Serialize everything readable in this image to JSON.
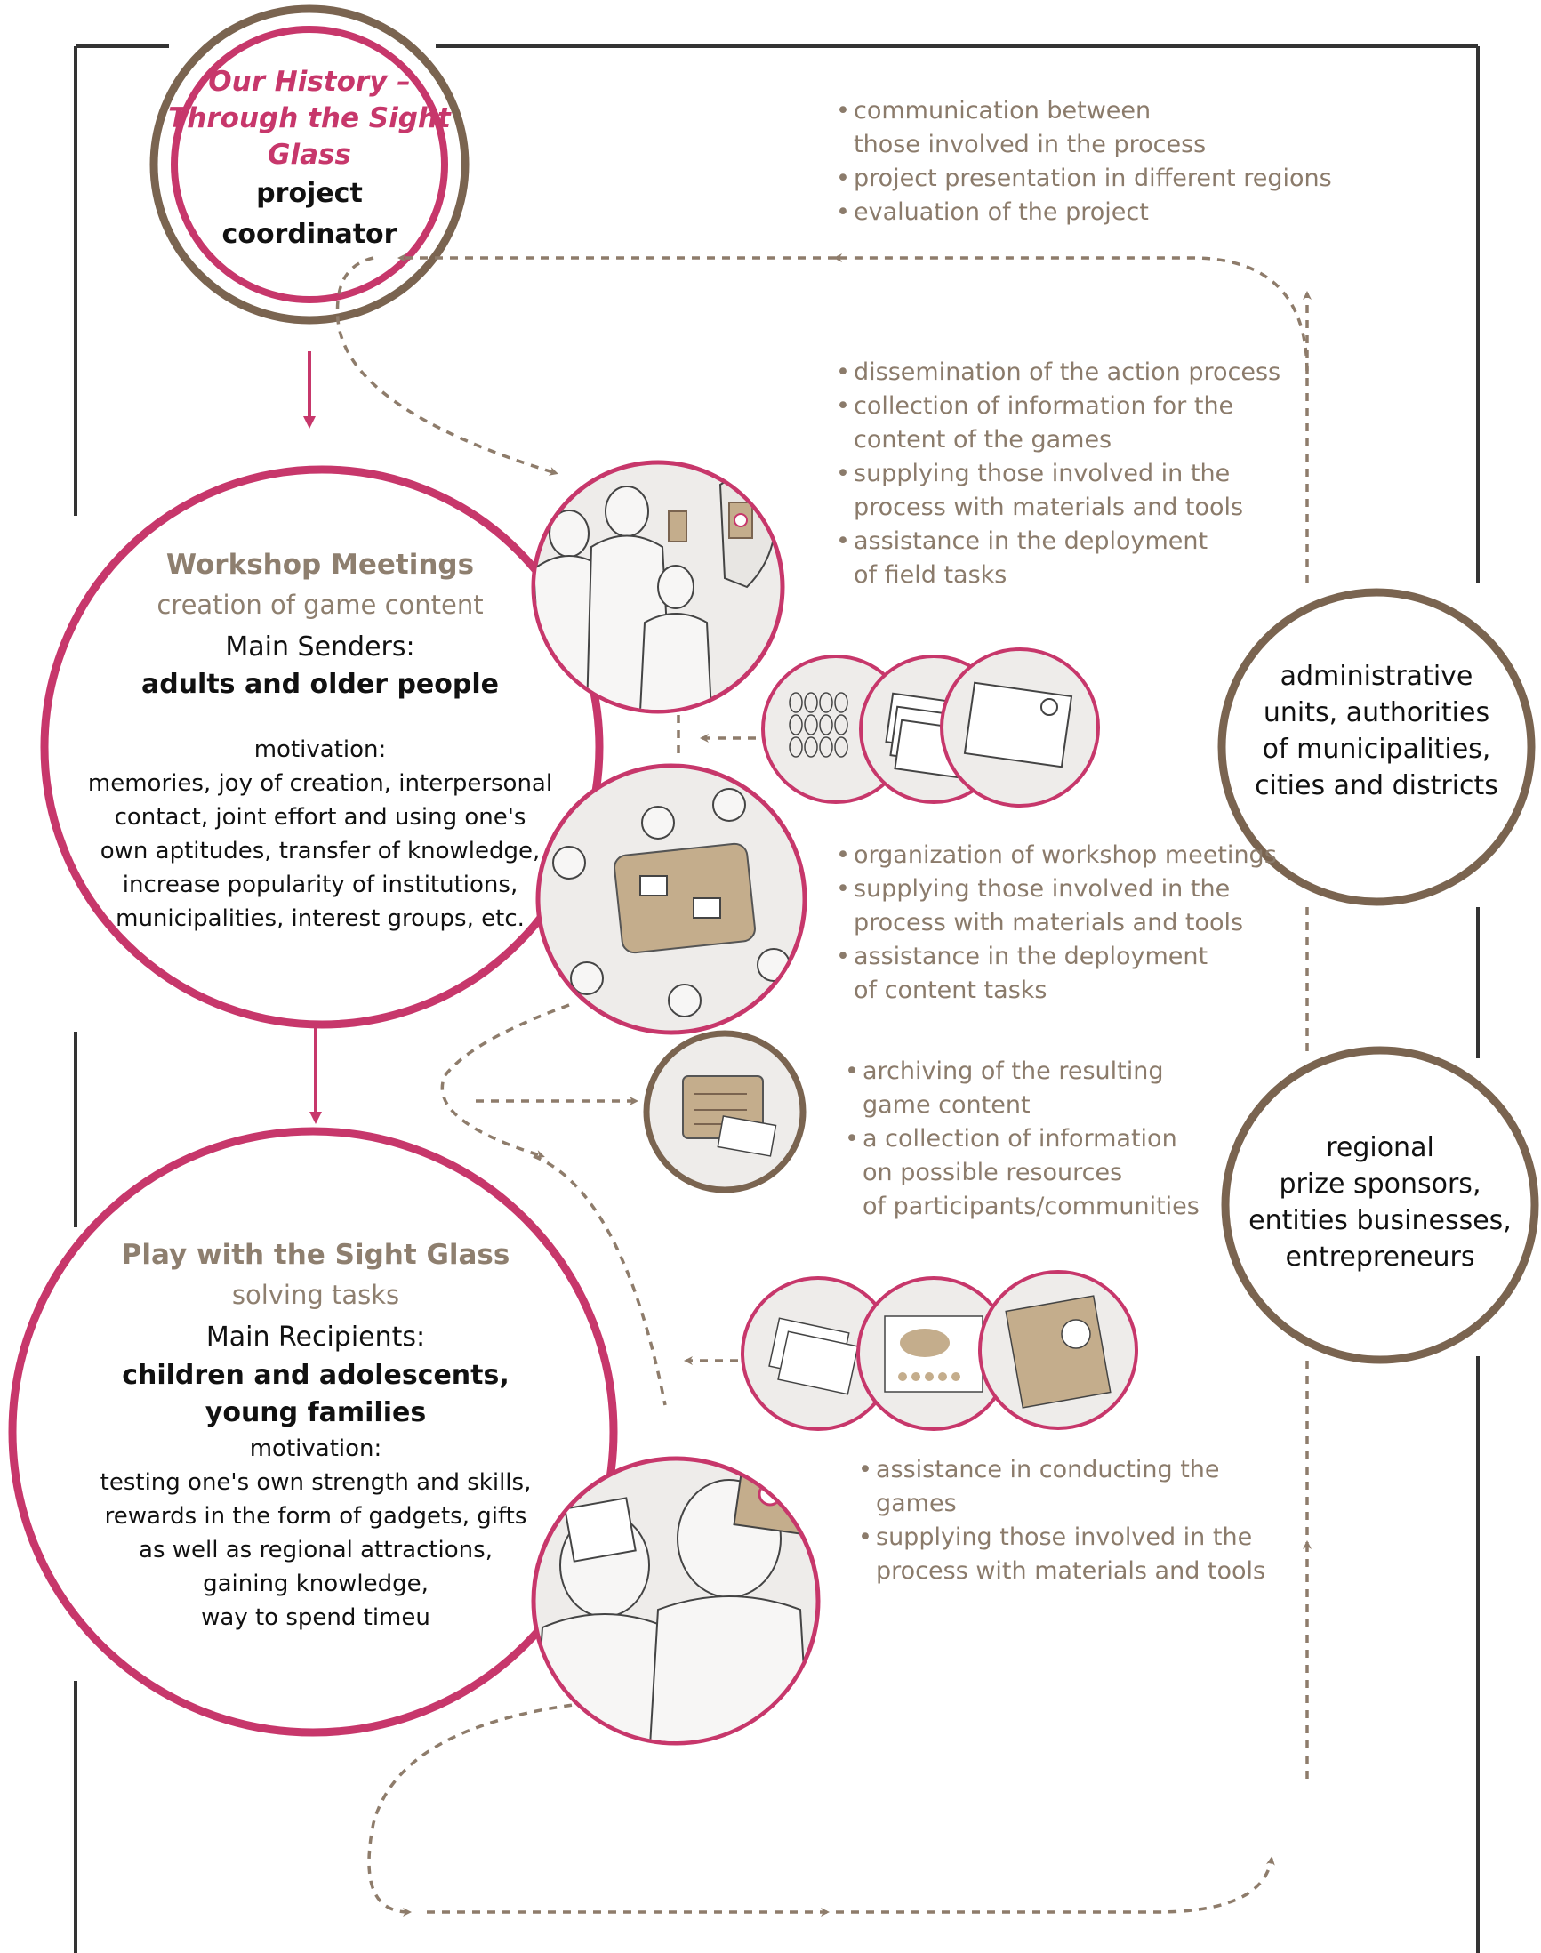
{
  "coordinator": {
    "title_line1": "Our History –",
    "title_line2": "Through the Sight",
    "title_line3": "Glass",
    "role_line1": "project",
    "role_line2": "coordinator"
  },
  "workshop": {
    "title": "Workshop Meetings",
    "subtitle": "creation of game content",
    "senders_label": "Main Senders:",
    "senders": "adults and older people",
    "motivation_label": "motivation:",
    "motivation_lines": [
      "memories, joy of creation, interpersonal",
      "contact, joint effort and using one's",
      "own aptitudes, transfer of knowledge,",
      "increase popularity of institutions,",
      "municipalities, interest groups, etc."
    ]
  },
  "play": {
    "title": "Play with the Sight Glass",
    "subtitle": "solving tasks",
    "recipients_label": "Main Recipients:",
    "recipients_line1": "children and adolescents,",
    "recipients_line2": "young families",
    "motivation_label": "motivation:",
    "motivation_lines": [
      "testing one's own strength and skills,",
      "rewards in the form of gadgets, gifts",
      "as well as regional attractions,",
      "gaining knowledge,",
      "way to spend timeu"
    ]
  },
  "admin_units": {
    "lines": [
      "administrative",
      "units, authorities",
      "of municipalities,",
      "cities and districts"
    ]
  },
  "sponsors": {
    "lines": [
      "regional",
      "prize sponsors,",
      "entities businesses,",
      "entrepreneurs"
    ]
  },
  "bullets_top": [
    {
      "l1": "communication between",
      "l2": "those involved in the process"
    },
    {
      "l1": "project presentation in different regions",
      "l2": ""
    },
    {
      "l1": "evaluation of the project",
      "l2": ""
    }
  ],
  "bullets_field": [
    {
      "l1": "dissemination of the action process",
      "l2": ""
    },
    {
      "l1": "collection of information for the",
      "l2": "content of the games"
    },
    {
      "l1": "supplying those involved in the",
      "l2": "process with materials and tools"
    },
    {
      "l1": "assistance in the deployment",
      "l2": "of field tasks"
    }
  ],
  "bullets_workshop": [
    {
      "l1": "organization of workshop meetings",
      "l2": ""
    },
    {
      "l1": "supplying those involved in the",
      "l2": "process with materials and tools"
    },
    {
      "l1": "assistance in the deployment",
      "l2": "of content tasks"
    }
  ],
  "bullets_archive": [
    {
      "l1": "archiving of the resulting",
      "l2": "game content"
    },
    {
      "l1": "a collection of information",
      "l2": "on possible resources",
      "l3": "of participants/communities"
    }
  ],
  "bullets_games": [
    {
      "l1": "assistance in conducting the games",
      "l2": ""
    },
    {
      "l1": "supplying those involved in the",
      "l2": "process with materials and tools"
    }
  ],
  "colors": {
    "pink": "#c7376b",
    "brown": "#7a6450",
    "taupe": "#8e7f6f",
    "tan": "#c4ad8c",
    "frame": "#333333"
  }
}
